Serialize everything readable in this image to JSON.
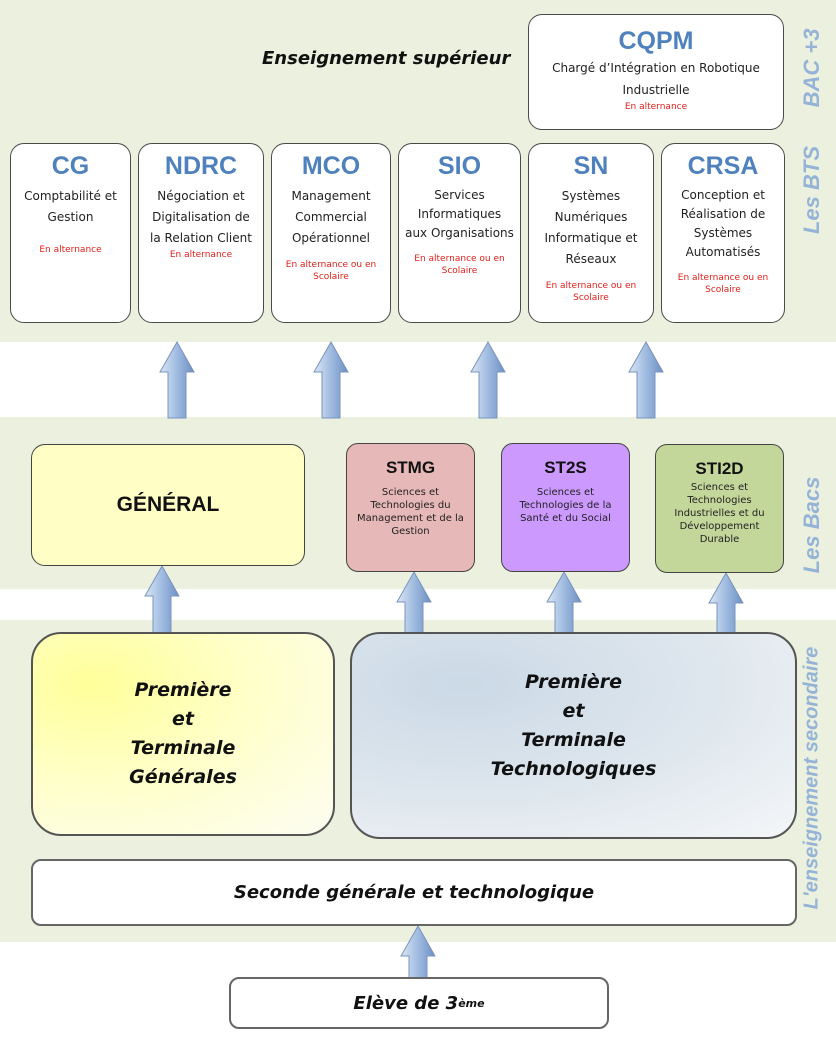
{
  "sections": {
    "bac3": "BAC +3",
    "bts": "Les BTS",
    "bacs": "Les Bacs",
    "secondaire": "L'enseignement secondaire"
  },
  "superieur_title": "Enseignement supérieur",
  "cqpm": {
    "code": "CQPM",
    "desc": "Chargé d’Intégration en Robotique Industrielle",
    "mode": "En alternance"
  },
  "bts": [
    {
      "code": "CG",
      "desc": "Comptabilité et Gestion",
      "mode": "En alternance"
    },
    {
      "code": "NDRC",
      "desc": "Négociation et Digitalisation de la Relation Client",
      "mode": "En alternance"
    },
    {
      "code": "MCO",
      "desc": "Management Commercial Opérationnel",
      "mode": "En alternance ou en Scolaire"
    },
    {
      "code": "SIO",
      "desc": "Services Informatiques aux Organisations",
      "mode": "En alternance ou en Scolaire"
    },
    {
      "code": "SN",
      "desc": "Systèmes Numériques Informatique et Réseaux",
      "mode": "En alternance ou en Scolaire"
    },
    {
      "code": "CRSA",
      "desc": "Conception et Réalisation de Systèmes Automatisés",
      "mode": "En alternance ou en Scolaire"
    }
  ],
  "bacs": {
    "general": "GÉNÉRAL",
    "stmg": {
      "title": "STMG",
      "desc": "Sciences et Technologies du Management et de la Gestion"
    },
    "st2s": {
      "title": "ST2S",
      "desc": "Sciences et Technologies de la Santé et du Social"
    },
    "sti2d": {
      "title": "STI2D",
      "desc": "Sciences et Technologies Industrielles et du Développement Durable"
    }
  },
  "premiere_generales": [
    "Première",
    "et",
    "Terminale",
    "Générales"
  ],
  "premiere_technologiques": [
    "Première",
    "et",
    "Terminale",
    "Technologiques"
  ],
  "seconde": "Seconde générale et technologique",
  "eleve": {
    "text": "Elève de 3",
    "sup": "ème"
  },
  "colors": {
    "band": "#ebf1de",
    "accent": "#4f81bd",
    "side_label": "#95b3d7",
    "alternance_red": "#e0201b",
    "general": "#ffffc5",
    "stmg": "#e6b8b7",
    "st2s": "#cc99ff",
    "sti2d": "#c4d79b"
  }
}
